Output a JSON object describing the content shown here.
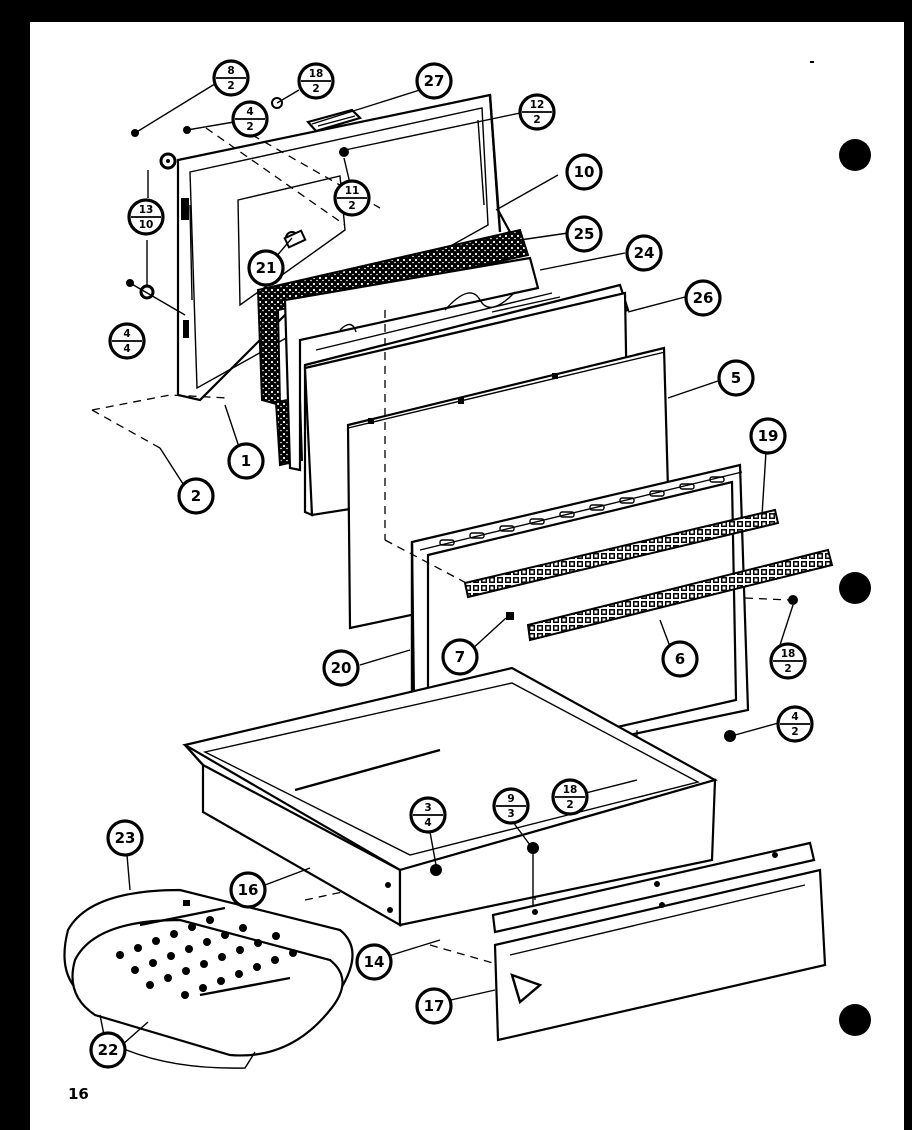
{
  "page_number": "16",
  "callouts": [
    {
      "id": "c1",
      "text": "1"
    },
    {
      "id": "c2",
      "text": "2"
    },
    {
      "id": "c5",
      "text": "5"
    },
    {
      "id": "c6",
      "text": "6"
    },
    {
      "id": "c7",
      "text": "7"
    },
    {
      "id": "c10",
      "text": "10"
    },
    {
      "id": "c14",
      "text": "14"
    },
    {
      "id": "c16",
      "text": "16"
    },
    {
      "id": "c17",
      "text": "17"
    },
    {
      "id": "c19",
      "text": "19"
    },
    {
      "id": "c20",
      "text": "20"
    },
    {
      "id": "c21",
      "text": "21"
    },
    {
      "id": "c22",
      "text": "22"
    },
    {
      "id": "c23",
      "text": "23"
    },
    {
      "id": "c24",
      "text": "24"
    },
    {
      "id": "c25",
      "text": "25"
    },
    {
      "id": "c26",
      "text": "26"
    },
    {
      "id": "c27",
      "text": "27"
    }
  ],
  "fraction_callouts": [
    {
      "id": "f-8-2",
      "top": "8",
      "bottom": "2"
    },
    {
      "id": "f-18-2-top",
      "top": "18",
      "bottom": "2"
    },
    {
      "id": "f-4-2-top",
      "top": "4",
      "bottom": "2"
    },
    {
      "id": "f-12-2-right",
      "top": "12",
      "bottom": "2"
    },
    {
      "id": "f-11-2",
      "top": "11",
      "bottom": "2"
    },
    {
      "id": "f-13-10",
      "top": "13",
      "bottom": "10"
    },
    {
      "id": "f-4-4",
      "top": "4",
      "bottom": "4"
    },
    {
      "id": "f-18-2-right",
      "top": "18",
      "bottom": "2"
    },
    {
      "id": "f-4-2-bottom",
      "top": "4",
      "bottom": "2"
    },
    {
      "id": "f-18-2-bottom",
      "top": "18",
      "bottom": "2"
    },
    {
      "id": "f-9-3",
      "top": "9",
      "bottom": "3"
    },
    {
      "id": "f-3-4",
      "top": "3",
      "bottom": "4"
    }
  ],
  "colors": {
    "ink": "#000000",
    "paper": "#ffffff",
    "border": "#000000"
  }
}
